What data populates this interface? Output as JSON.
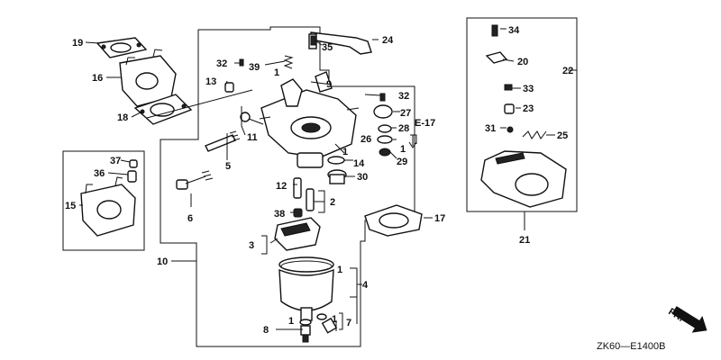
{
  "callouts": {
    "c1": "1",
    "c2": "2",
    "c3": "3",
    "c4": "4",
    "c5": "5",
    "c6": "6",
    "c7": "7",
    "c8": "8",
    "c9": "9",
    "c10": "10",
    "c11": "11",
    "c12": "12",
    "c13": "13",
    "c14": "14",
    "c15": "15",
    "c16": "16",
    "c17": "17",
    "c18": "18",
    "c19": "19",
    "c20": "20",
    "c21": "21",
    "c22": "22",
    "c23": "23",
    "c24": "24",
    "c25": "25",
    "c26": "26",
    "c27": "27",
    "c28": "28",
    "c29": "29",
    "c30": "30",
    "c31": "31",
    "c32": "32",
    "c33": "33",
    "c34": "34",
    "c35": "35",
    "c36": "36",
    "c37": "37",
    "c38": "38",
    "c39": "39"
  },
  "reference": "E-17",
  "direction": "FR.",
  "diagram_code": "ZK60—E1400B"
}
